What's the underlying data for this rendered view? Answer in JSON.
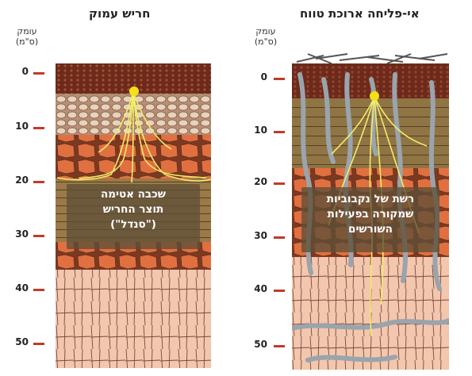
{
  "left_panel": {
    "title": "חריש עמוק",
    "depth_label_line1": "עומק",
    "depth_label_line2": "(ס\"מ)",
    "ticks": [
      "0",
      "10",
      "20",
      "30",
      "40",
      "50"
    ],
    "overlay_lines": [
      "שכבה אטימה",
      "תוצר החריש",
      "(\"סנדל\")"
    ]
  },
  "right_panel": {
    "title": "אי-פליחה ארוכת טווח",
    "depth_label_line1": "עומק",
    "depth_label_line2": "(ס\"מ)",
    "ticks": [
      "0",
      "10",
      "20",
      "30",
      "40",
      "50"
    ],
    "overlay_lines": [
      "רשת של נקבוביות",
      "שמקורה בפעילות",
      "השורשים"
    ]
  },
  "colors": {
    "topsoil": "#6b2a1c",
    "crumb": "#c9a88c",
    "clod": "#d9683a",
    "hardpan": "#8c6a3a",
    "subsoil": "#f0c0a8",
    "root": "#f2ec6a",
    "pore": "#9aa4ac",
    "tick": "#c23a2a"
  }
}
